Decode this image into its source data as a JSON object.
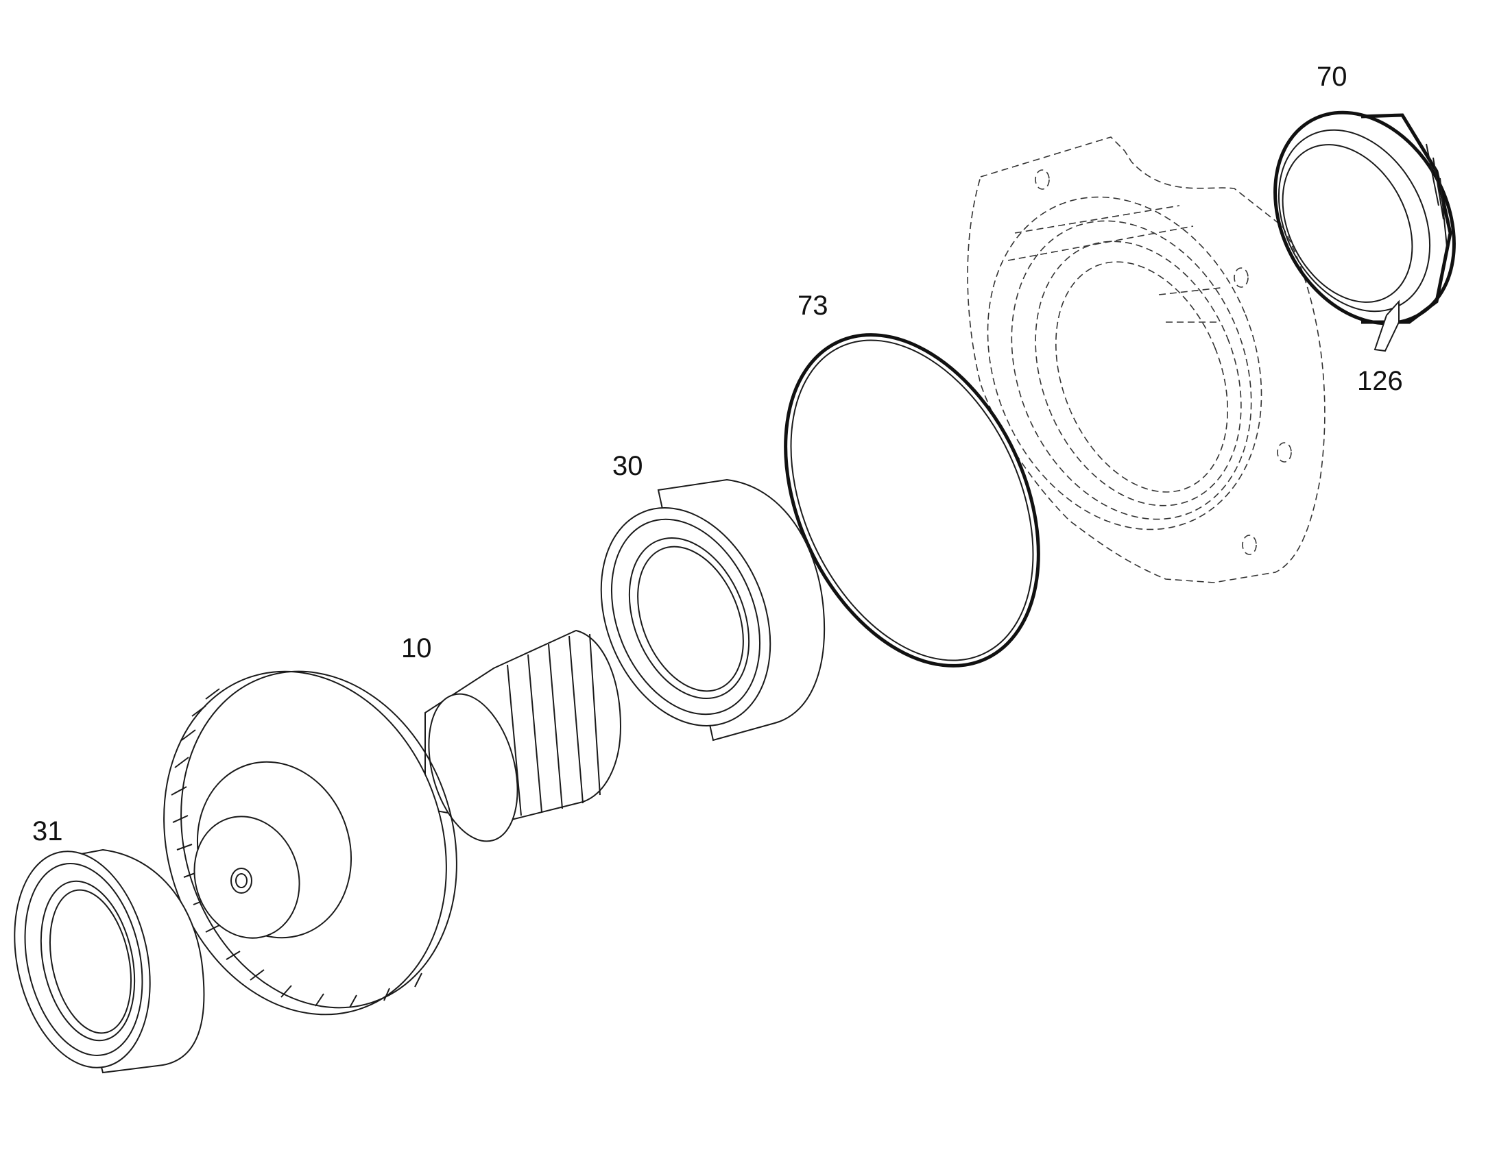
{
  "callouts": {
    "seal": "70",
    "seal_marker": "126",
    "o_ring": "73",
    "bearing_outer": "30",
    "shaft_gear": "10",
    "bearing_inner": "31"
  }
}
